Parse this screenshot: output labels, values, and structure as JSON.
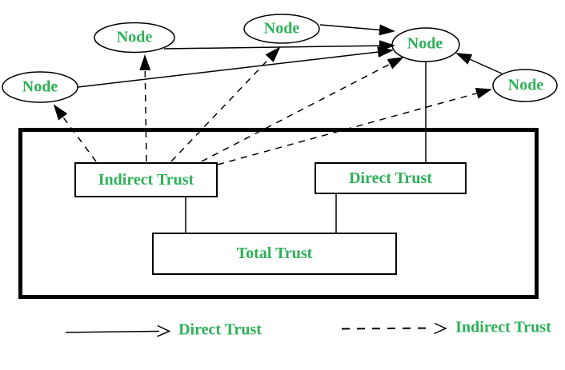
{
  "colors": {
    "text_green": "#2DB157",
    "line_black": "#000000",
    "background": "#FFFFFF"
  },
  "diagram": {
    "nodes": [
      {
        "id": "node-top-left",
        "label": "Node"
      },
      {
        "id": "node-top-middle",
        "label": "Node"
      },
      {
        "id": "node-top-right",
        "label": "Node"
      },
      {
        "id": "node-right",
        "label": "Node"
      },
      {
        "id": "node-left",
        "label": "Node"
      }
    ],
    "boxes": [
      {
        "id": "indirect-trust-box",
        "label": "Indirect Trust"
      },
      {
        "id": "direct-trust-box",
        "label": "Direct Trust"
      },
      {
        "id": "total-trust-box",
        "label": "Total Trust"
      }
    ],
    "edges": [
      {
        "from": "node-top-middle",
        "to": "node-top-right",
        "type": "direct-solid-arrow"
      },
      {
        "from": "node-top-left",
        "to": "node-top-right",
        "type": "direct-solid-arrow"
      },
      {
        "from": "node-left",
        "to": "node-top-right",
        "type": "direct-solid-arrow"
      },
      {
        "from": "node-right",
        "to": "node-top-right",
        "type": "direct-solid-arrow"
      },
      {
        "from": "node-top-right",
        "to": "direct-trust-box",
        "type": "plain-line"
      },
      {
        "from": "indirect-trust-box",
        "to": "node-left",
        "type": "indirect-dashed-arrow"
      },
      {
        "from": "indirect-trust-box",
        "to": "node-top-left",
        "type": "indirect-dashed-arrow"
      },
      {
        "from": "indirect-trust-box",
        "to": "node-top-middle",
        "type": "indirect-dashed-arrow"
      },
      {
        "from": "indirect-trust-box",
        "to": "node-top-right",
        "type": "indirect-dashed-arrow"
      },
      {
        "from": "indirect-trust-box",
        "to": "node-right",
        "type": "indirect-dashed-arrow"
      },
      {
        "from": "indirect-trust-box",
        "to": "total-trust-box",
        "type": "plain-line"
      },
      {
        "from": "direct-trust-box",
        "to": "total-trust-box",
        "type": "plain-line"
      }
    ],
    "legend": [
      {
        "style": "solid",
        "label": "Direct Trust"
      },
      {
        "style": "dashed",
        "label": "Indirect Trust"
      }
    ]
  }
}
